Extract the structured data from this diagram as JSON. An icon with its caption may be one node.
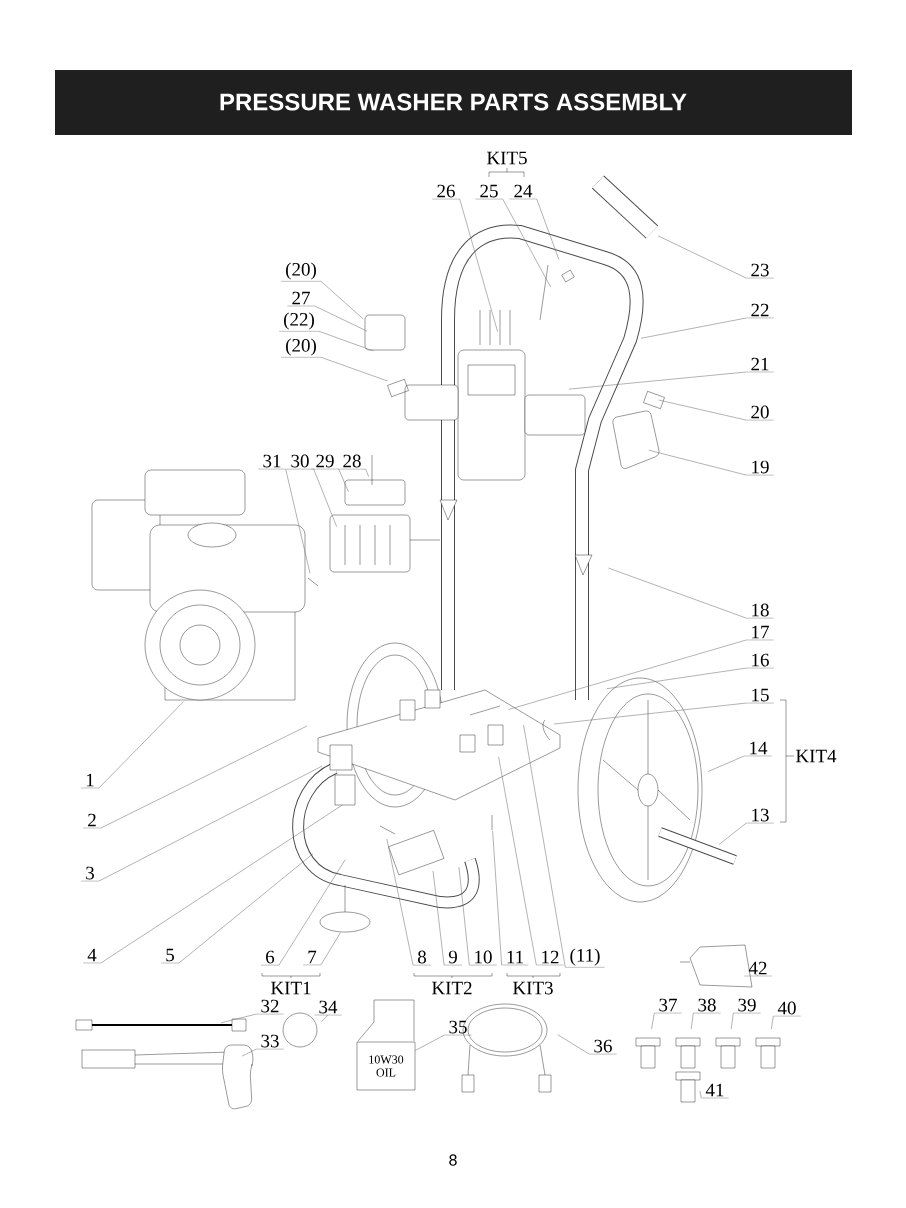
{
  "diagram": {
    "title": "PRESSURE WASHER PARTS ASSEMBLY",
    "nodes": [
      {
        "text": [
          "26"
        ]
      },
      {
        "text": [
          "25"
        ]
      },
      {
        "text": [
          "24"
        ]
      },
      {
        "text": [
          "(20)"
        ]
      },
      {
        "text": [
          "23"
        ]
      },
      {
        "text": [
          "27"
        ]
      },
      {
        "text": [
          "(22)"
        ]
      },
      {
        "text": [
          "22"
        ]
      },
      {
        "text": [
          "(20)"
        ]
      },
      {
        "text": [
          "21"
        ]
      },
      {
        "text": [
          "20"
        ]
      },
      {
        "text": [
          "31"
        ]
      },
      {
        "text": [
          "30"
        ]
      },
      {
        "text": [
          "29"
        ]
      },
      {
        "text": [
          "28"
        ]
      },
      {
        "text": [
          "19"
        ]
      },
      {
        "text": [
          "18"
        ]
      },
      {
        "text": [
          "17"
        ]
      },
      {
        "text": [
          "16"
        ]
      },
      {
        "text": [
          "15"
        ]
      },
      {
        "text": [
          "14"
        ]
      },
      {
        "text": [
          "1"
        ]
      },
      {
        "text": [
          "2"
        ]
      },
      {
        "text": [
          "13"
        ]
      },
      {
        "text": [
          "3"
        ]
      },
      {
        "text": [
          "4"
        ]
      },
      {
        "text": [
          "5"
        ]
      },
      {
        "text": [
          "6"
        ]
      },
      {
        "text": [
          "7"
        ]
      },
      {
        "text": [
          "8"
        ]
      },
      {
        "text": [
          "9"
        ]
      },
      {
        "text": [
          "10"
        ]
      },
      {
        "text": [
          "11"
        ]
      },
      {
        "text": [
          "12"
        ]
      },
      {
        "text": [
          "(11)"
        ]
      },
      {
        "text": [
          "42"
        ]
      },
      {
        "text": [
          "32"
        ]
      },
      {
        "text": [
          "34"
        ]
      },
      {
        "text": [
          "37"
        ]
      },
      {
        "text": [
          "38"
        ]
      },
      {
        "text": [
          "39"
        ]
      },
      {
        "text": [
          "40"
        ]
      },
      {
        "text": [
          "35"
        ]
      },
      {
        "text": [
          "33"
        ]
      },
      {
        "text": [
          "36"
        ]
      },
      {
        "text": [
          "41"
        ]
      },
      {
        "text": [
          "10W30 OIL"
        ]
      }
    ],
    "edges": [
      {
        "from": 0,
        "to": null,
        "arrow": "none"
      },
      {
        "from": 1,
        "to": null,
        "arrow": "none"
      },
      {
        "from": 2,
        "to": null,
        "arrow": "none"
      },
      {
        "from": 3,
        "to": null,
        "arrow": "none"
      },
      {
        "from": 4,
        "to": null,
        "arrow": "none"
      },
      {
        "from": 5,
        "to": null,
        "arrow": "none"
      },
      {
        "from": 6,
        "to": null,
        "arrow": "none"
      },
      {
        "from": 7,
        "to": null,
        "arrow": "none"
      },
      {
        "from": 8,
        "to": null,
        "arrow": "none"
      },
      {
        "from": 9,
        "to": null,
        "arrow": "none"
      },
      {
        "from": 10,
        "to": null,
        "arrow": "none"
      },
      {
        "from": 11,
        "to": null,
        "arrow": "none"
      },
      {
        "from": 12,
        "to": null,
        "arrow": "none"
      },
      {
        "from": 13,
        "to": null,
        "arrow": "none"
      },
      {
        "from": 14,
        "to": null,
        "arrow": "none"
      },
      {
        "from": 15,
        "to": null,
        "arrow": "none"
      },
      {
        "from": 16,
        "to": null,
        "arrow": "none"
      },
      {
        "from": 17,
        "to": null,
        "arrow": "none"
      },
      {
        "from": 18,
        "to": null,
        "arrow": "none"
      },
      {
        "from": 19,
        "to": null,
        "arrow": "none"
      },
      {
        "from": 20,
        "to": null,
        "arrow": "none"
      },
      {
        "from": 21,
        "to": null,
        "arrow": "none"
      },
      {
        "from": 22,
        "to": null,
        "arrow": "none"
      },
      {
        "from": 23,
        "to": null,
        "arrow": "none"
      },
      {
        "from": 24,
        "to": null,
        "arrow": "none"
      },
      {
        "from": 25,
        "to": null,
        "arrow": "none"
      },
      {
        "from": 26,
        "to": null,
        "arrow": "none"
      },
      {
        "from": 27,
        "to": null,
        "arrow": "none"
      },
      {
        "from": 28,
        "to": null,
        "arrow": "none"
      },
      {
        "from": 29,
        "to": null,
        "arrow": "none"
      },
      {
        "from": 30,
        "to": null,
        "arrow": "none"
      },
      {
        "from": 31,
        "to": null,
        "arrow": "none"
      },
      {
        "from": 32,
        "to": null,
        "arrow": "none"
      },
      {
        "from": 33,
        "to": null,
        "arrow": "none"
      },
      {
        "from": 34,
        "to": null,
        "arrow": "none"
      },
      {
        "from": 35,
        "to": null,
        "arrow": "none"
      },
      {
        "from": 36,
        "to": null,
        "arrow": "none"
      },
      {
        "from": 37,
        "to": null,
        "arrow": "none"
      },
      {
        "from": 38,
        "to": null,
        "arrow": "none"
      },
      {
        "from": 39,
        "to": null,
        "arrow": "none"
      },
      {
        "from": 40,
        "to": null,
        "arrow": "none"
      },
      {
        "from": 41,
        "to": null,
        "arrow": "none"
      },
      {
        "from": 42,
        "to": 46,
        "arrow": "none"
      },
      {
        "from": 43,
        "to": null,
        "arrow": "none"
      },
      {
        "from": 44,
        "to": null,
        "arrow": "none"
      },
      {
        "from": 45,
        "to": null,
        "arrow": "none"
      }
    ],
    "labels": [
      "KIT5",
      "KIT4",
      "KIT1",
      "KIT2",
      "KIT3",
      "8"
    ]
  }
}
